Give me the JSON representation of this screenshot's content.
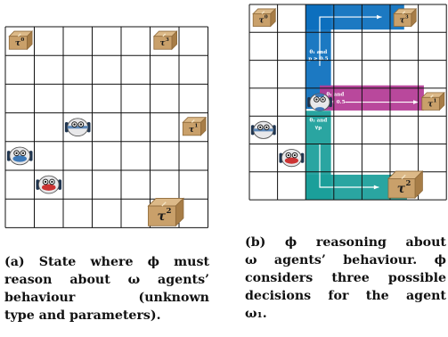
{
  "colors": {
    "grid_line": "#111111",
    "box": "#c9a06a",
    "box_dark": "#8f6a3a",
    "region_theta1_p_ge": "#0b6fbd",
    "region_theta1_p_lt": "#b43a95",
    "region_theta2": "#1a9e9a",
    "agent_phi_stripe": "#5d88b8",
    "agent_omega1": "#3d79b8",
    "agent_omega_red": "#cc3333"
  },
  "panel_a": {
    "grid_cols": 7,
    "grid_rows": 7,
    "tasks": [
      {
        "label": "τ",
        "sub": "0",
        "col": 0,
        "row": 0,
        "big": false
      },
      {
        "label": "τ",
        "sub": "3",
        "col": 5,
        "row": 0,
        "big": false
      },
      {
        "label": "τ",
        "sub": "1",
        "col": 6,
        "row": 3,
        "big": false
      },
      {
        "label": "τ",
        "sub": "2",
        "col": 5,
        "row": 6,
        "big": true
      }
    ],
    "agents": [
      {
        "id": "phi",
        "col": 2,
        "row": 3
      },
      {
        "id": "omega-blue",
        "col": 0,
        "row": 4
      },
      {
        "id": "omega-red",
        "col": 1,
        "row": 5
      }
    ]
  },
  "panel_b": {
    "grid_cols": 7,
    "grid_rows": 7,
    "region_labels": {
      "theta1_p_ge": {
        "line1": "θ₁ and",
        "line2": "p ≥ 0.5"
      },
      "theta1_p_lt": {
        "line1": "θ₁ and",
        "line2": "p < 0.5"
      },
      "theta2": {
        "line1": "θ₂ and",
        "line2": "∀p"
      }
    },
    "tasks": [
      {
        "label": "τ",
        "sub": "0",
        "col": 0,
        "row": 0,
        "big": false
      },
      {
        "label": "τ",
        "sub": "3",
        "col": 5,
        "row": 0,
        "big": false
      },
      {
        "label": "τ",
        "sub": "1",
        "col": 6,
        "row": 3,
        "big": false
      },
      {
        "label": "τ",
        "sub": "2",
        "col": 5,
        "row": 6,
        "big": true
      }
    ],
    "agents": [
      {
        "id": "phi",
        "col": 0,
        "row": 4
      },
      {
        "id": "omega1",
        "col": 2,
        "row": 3
      },
      {
        "id": "omega-red",
        "col": 1,
        "row": 5
      }
    ]
  },
  "captions": {
    "a": {
      "lines": [
        "(a) State where ϕ must",
        "reason about ω agents’",
        "behaviour (unknown",
        "type and parameters)."
      ]
    },
    "b": {
      "lines": [
        "(b) ϕ reasoning about",
        "ω agents’ behaviour. ϕ",
        "considers three possible",
        "decisions for the agent",
        "ω₁."
      ]
    }
  }
}
